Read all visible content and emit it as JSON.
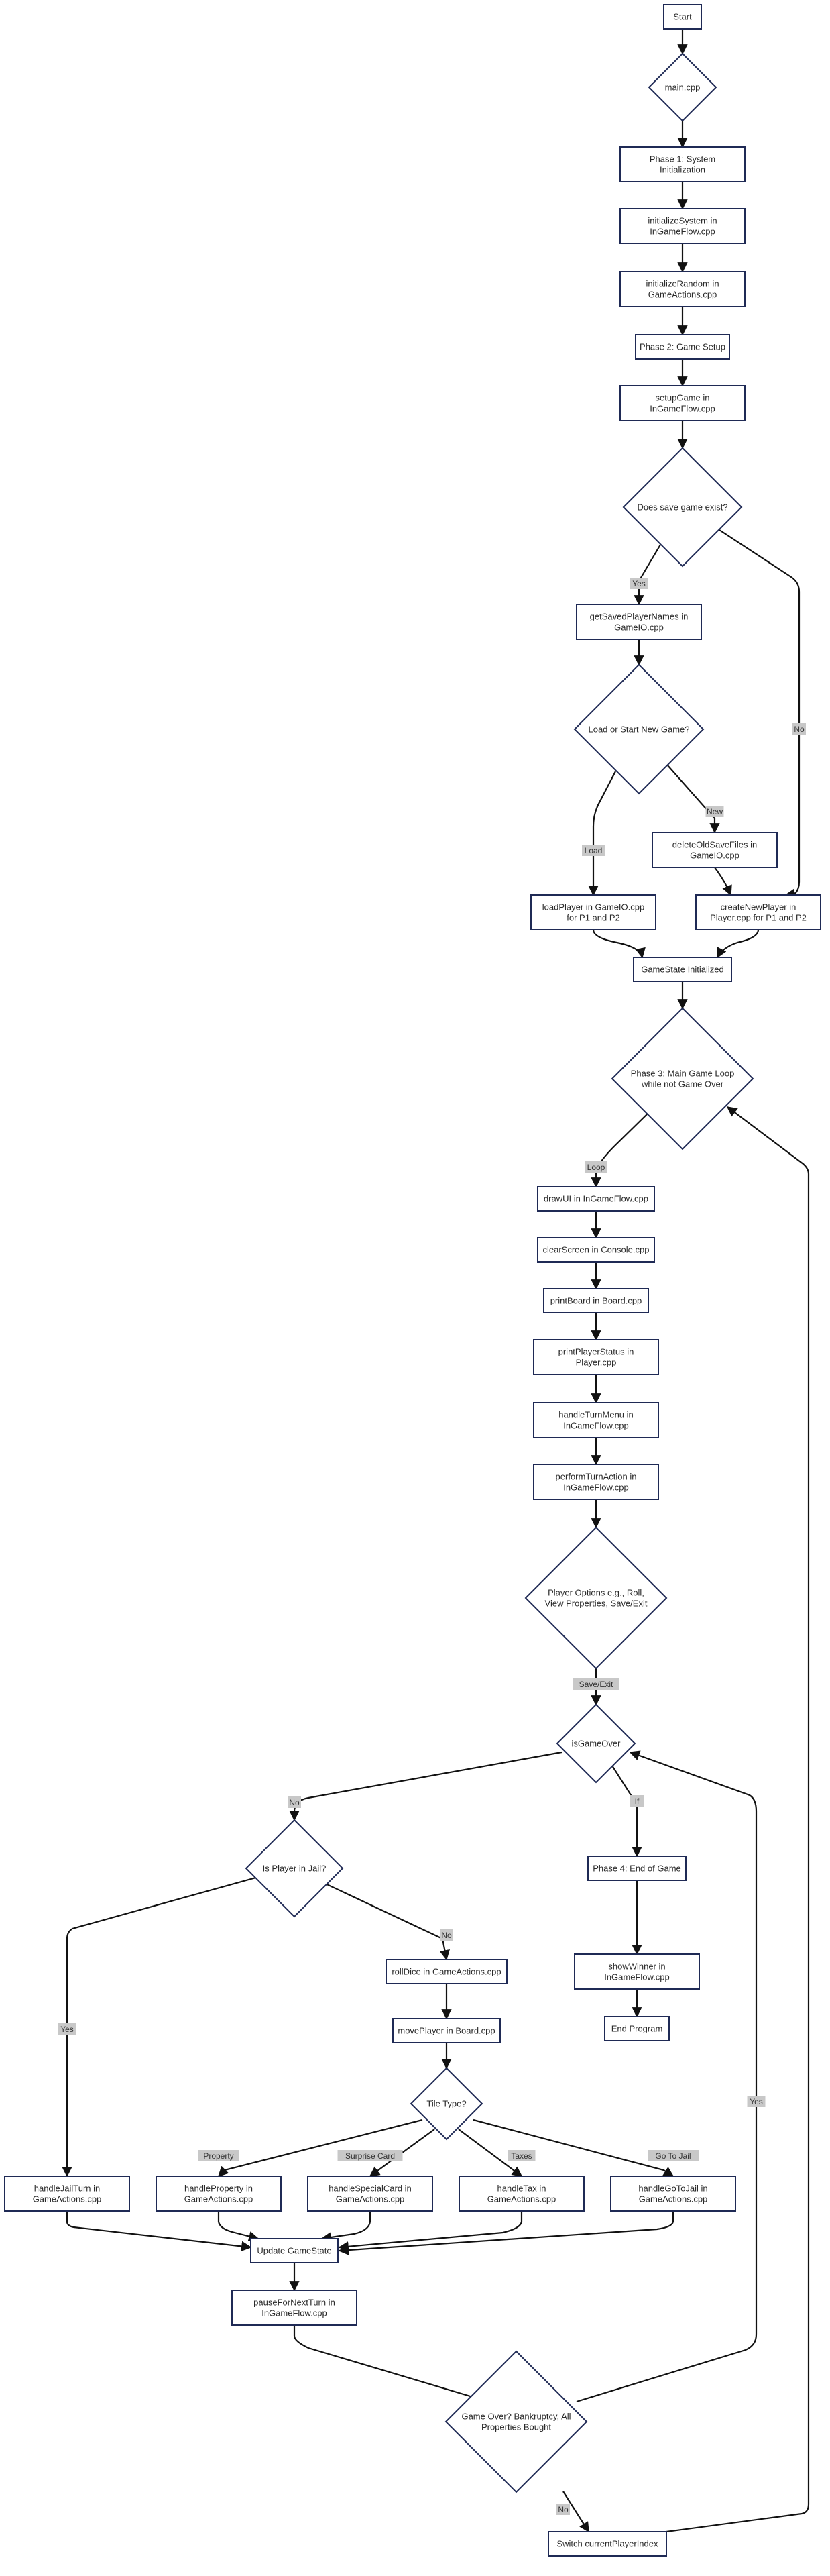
{
  "diagram": {
    "type": "flowchart",
    "nodes": {
      "start": "Start",
      "main": "main.cpp",
      "phase1": "Phase 1: System Initialization",
      "init_system": "initializeSystem in InGameFlow.cpp",
      "init_random": "initializeRandom in GameActions.cpp",
      "phase2": "Phase 2: Game Setup",
      "setup_game": "setupGame in InGameFlow.cpp",
      "save_exists": "Does save game exist?",
      "get_saved": "getSavedPlayerNames in GameIO.cpp",
      "load_or_new": "Load or Start New Game?",
      "delete_old": "deleteOldSaveFiles in GameIO.cpp",
      "load_player": "loadPlayer in GameIO.cpp for P1 and P2",
      "create_player": "createNewPlayer in Player.cpp for P1 and P2",
      "state_init": "GameState Initialized",
      "phase3": "Phase 3: Main Game Loop while not Game Over",
      "draw_ui": "drawUI in InGameFlow.cpp",
      "clear_screen": "clearScreen in Console.cpp",
      "print_board": "printBoard in Board.cpp",
      "print_status": "printPlayerStatus in Player.cpp",
      "turn_menu": "handleTurnMenu in InGameFlow.cpp",
      "turn_action": "performTurnAction in InGameFlow.cpp",
      "player_options": "Player Options e.g., Roll, View Properties, Save/Exit",
      "is_game_over": "isGameOver",
      "in_jail": "Is Player in Jail?",
      "phase4": "Phase 4: End of Game",
      "roll_dice": "rollDice in GameActions.cpp",
      "show_winner": "showWinner in InGameFlow.cpp",
      "move_player": "movePlayer in Board.cpp",
      "end_program": "End Program",
      "tile_type": "Tile Type?",
      "jail_turn": "handleJailTurn in GameActions.cpp",
      "property": "handleProperty in GameActions.cpp",
      "special_card": "handleSpecialCard in GameActions.cpp",
      "tax": "handleTax in GameActions.cpp",
      "go_to_jail": "handleGoToJail in GameActions.cpp",
      "update_state": "Update GameState",
      "pause": "pauseForNextTurn in InGameFlow.cpp",
      "game_over_check": "Game Over? Bankruptcy, All Properties Bought",
      "switch_player": "Switch currentPlayerIndex"
    },
    "edge_labels": {
      "yes_saved": "Yes",
      "no_saved": "No",
      "new": "New",
      "load": "Load",
      "loop": "Loop",
      "save_exit": "Save/Exit",
      "no_over": "No",
      "yes_over": "If",
      "no_jail": "No",
      "yes_jail": "Yes",
      "property": "Property",
      "surprise": "Surprise Card",
      "taxes": "Taxes",
      "go_jail": "Go To Jail",
      "yes_final": "Yes",
      "no_final": "No"
    }
  }
}
